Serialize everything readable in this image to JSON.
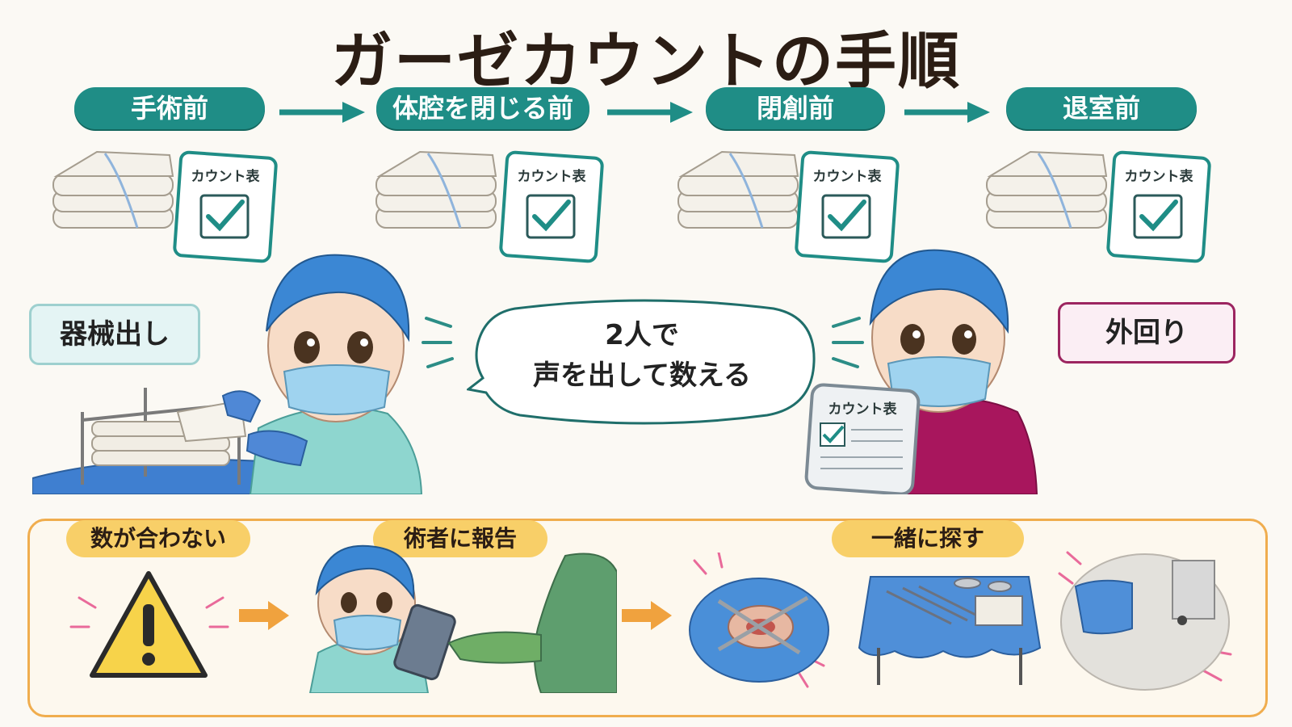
{
  "title": "ガーゼカウントの手順",
  "steps": [
    {
      "label": "手術前"
    },
    {
      "label": "体腔を閉じる前"
    },
    {
      "label": "閉創前"
    },
    {
      "label": "退室前"
    }
  ],
  "card_label": "カウント表",
  "roles": {
    "scrub": "器械出し",
    "circulating": "外回り"
  },
  "speech": {
    "line1": "2人で",
    "line2": "声を出して数える"
  },
  "bottom_flow": [
    {
      "label": "数が合わない"
    },
    {
      "label": "術者に報告"
    },
    {
      "label": "一緒に探す"
    }
  ],
  "colors": {
    "teal": "#1f8d86",
    "orange": "#f0ad4e",
    "yellow": "#f8cf68",
    "scrub_bg": "#e4f4f4",
    "circ_bg": "#fbeef4",
    "cap_blue": "#3b87d4"
  }
}
